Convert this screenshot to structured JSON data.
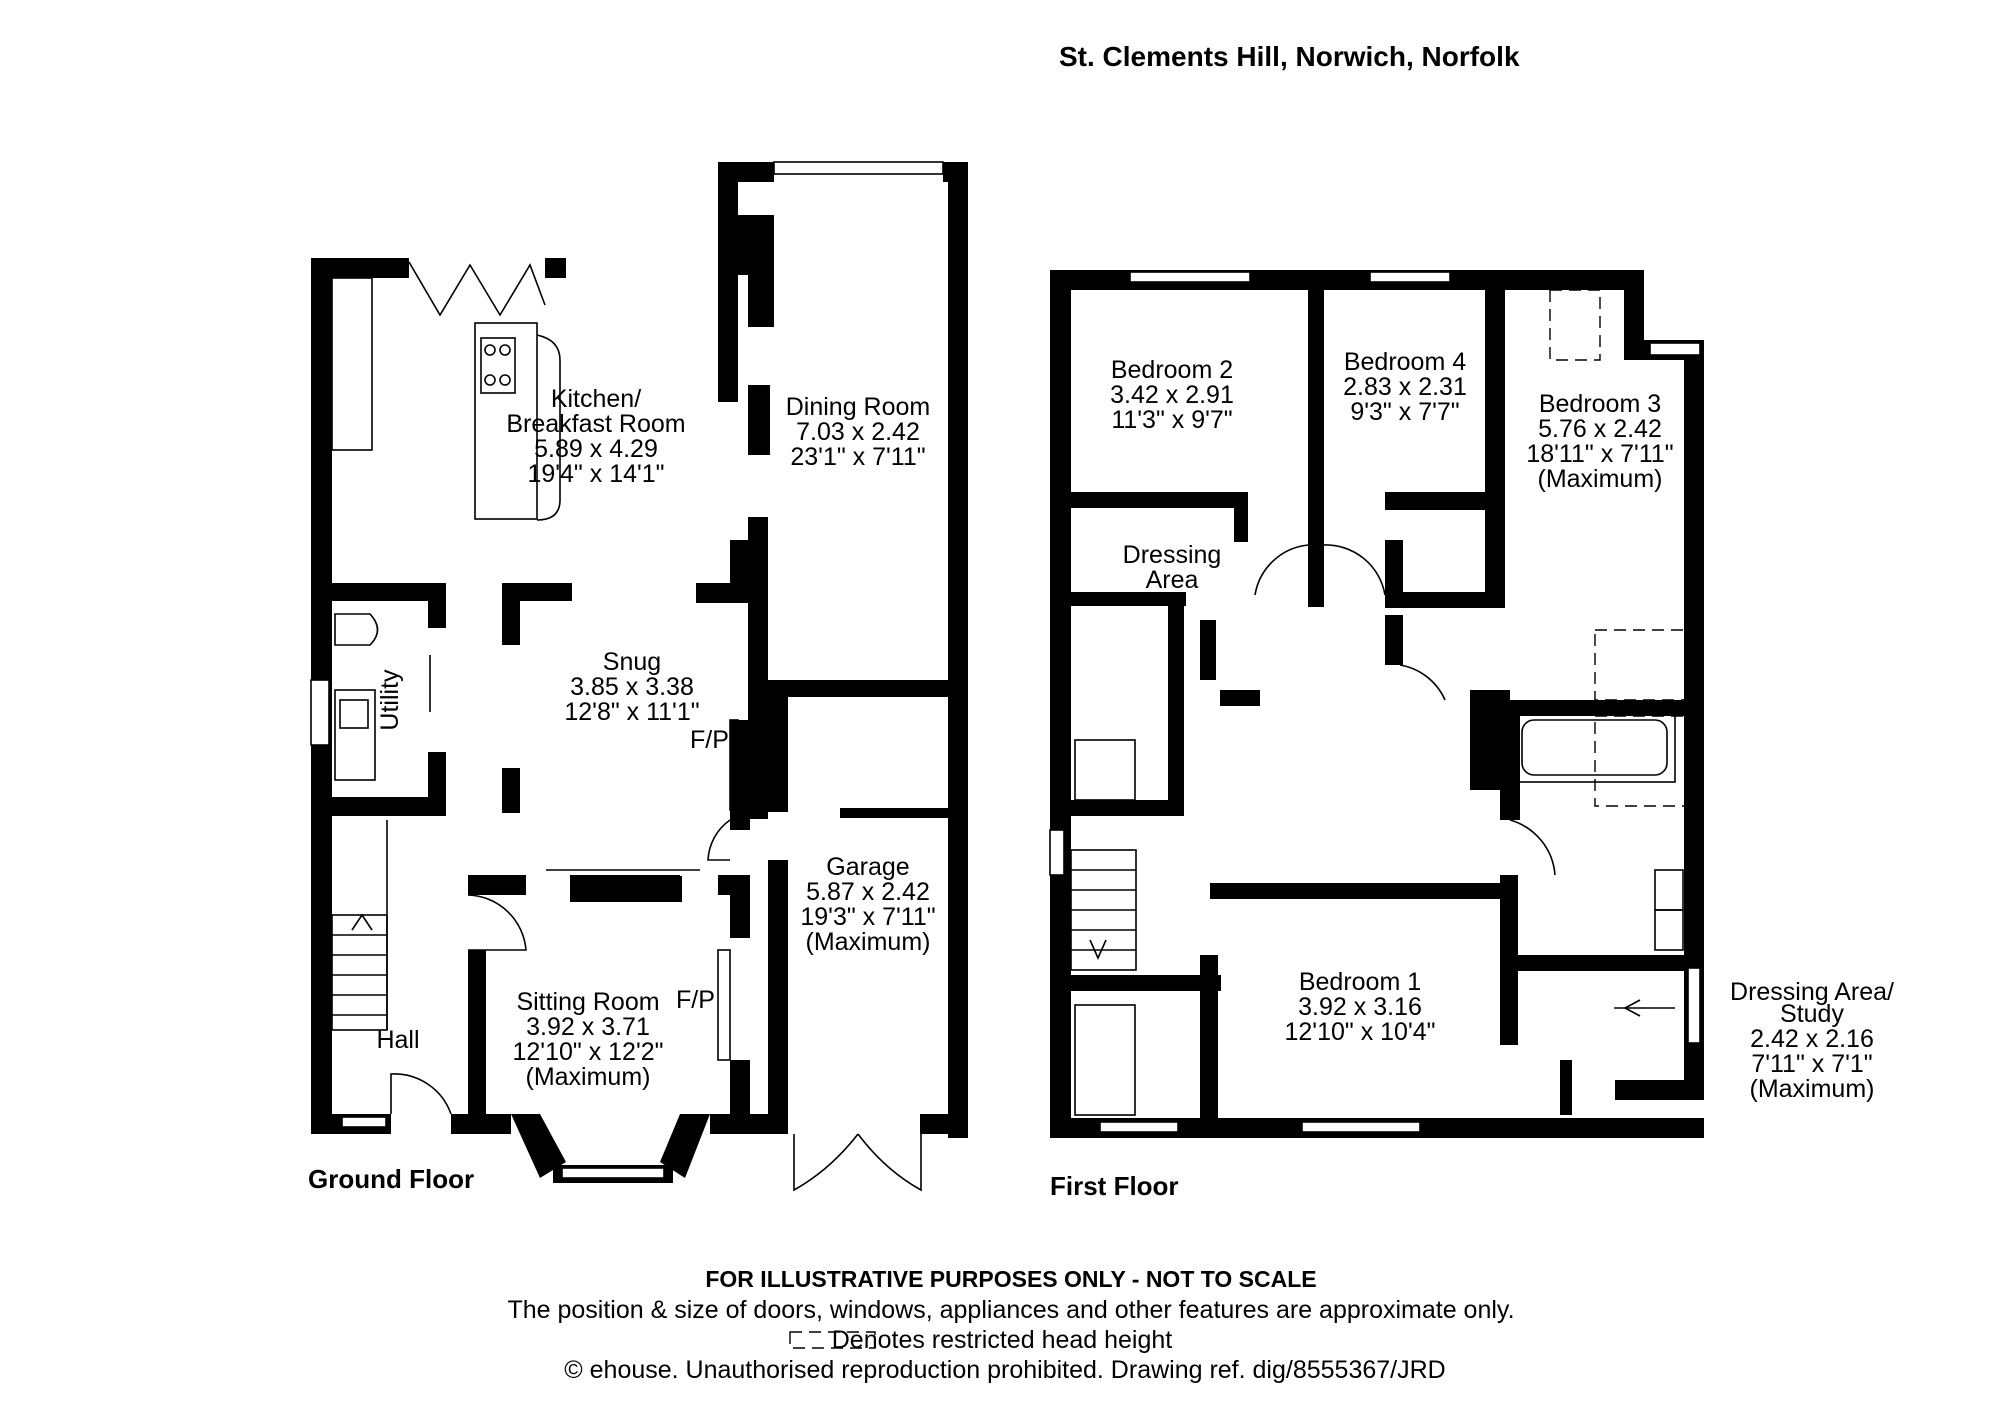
{
  "header": {
    "address": "St. Clements Hill, Norwich, Norfolk"
  },
  "floors": [
    {
      "name": "Ground Floor",
      "rooms": [
        {
          "id": "kitchen",
          "lines": [
            "Kitchen/",
            "Breakfast Room",
            "5.89 x 4.29",
            "19'4\" x 14'1\""
          ]
        },
        {
          "id": "dining",
          "lines": [
            "Dining Room",
            "7.03 x 2.42",
            "23'1\" x 7'11\""
          ]
        },
        {
          "id": "snug",
          "lines": [
            "Snug",
            "3.85 x 3.38",
            "12'8\" x 11'1\""
          ]
        },
        {
          "id": "utility",
          "lines": [
            "Utility"
          ]
        },
        {
          "id": "garage",
          "lines": [
            "Garage",
            "5.87 x 2.42",
            "19'3\" x 7'11\"",
            "(Maximum)"
          ]
        },
        {
          "id": "sitting",
          "lines": [
            "Sitting Room",
            "3.92 x 3.71",
            "12'10\" x 12'2\"",
            "(Maximum)"
          ]
        },
        {
          "id": "hall",
          "lines": [
            "Hall"
          ]
        }
      ],
      "fireplace_labels": [
        "F/P",
        "F/P"
      ]
    },
    {
      "name": "First Floor",
      "rooms": [
        {
          "id": "bed2",
          "lines": [
            "Bedroom 2",
            "3.42 x 2.91",
            "11'3\" x 9'7\""
          ]
        },
        {
          "id": "bed4",
          "lines": [
            "Bedroom 4",
            "2.83 x 2.31",
            "9'3\" x 7'7\""
          ]
        },
        {
          "id": "bed3",
          "lines": [
            "Bedroom 3",
            "5.76 x 2.42",
            "18'11\" x 7'11\"",
            "(Maximum)"
          ]
        },
        {
          "id": "dressing",
          "lines": [
            "Dressing",
            "Area"
          ]
        },
        {
          "id": "bed1",
          "lines": [
            "Bedroom 1",
            "3.92 x 3.16",
            "12'10\" x 10'4\""
          ]
        },
        {
          "id": "study",
          "lines": [
            "Dressing Area/",
            "Study",
            "2.42 x 2.16",
            "7'11\" x 7'1\"",
            "(Maximum)"
          ]
        }
      ]
    }
  ],
  "footer": {
    "disclaimer": "FOR ILLUSTRATIVE PURPOSES ONLY - NOT TO SCALE",
    "note": "The position & size of doors, windows, appliances and other features are approximate only.",
    "legend": "Denotes restricted head height",
    "copyright": "© ehouse. Unauthorised reproduction prohibited. Drawing ref. dig/8555367/JRD"
  }
}
